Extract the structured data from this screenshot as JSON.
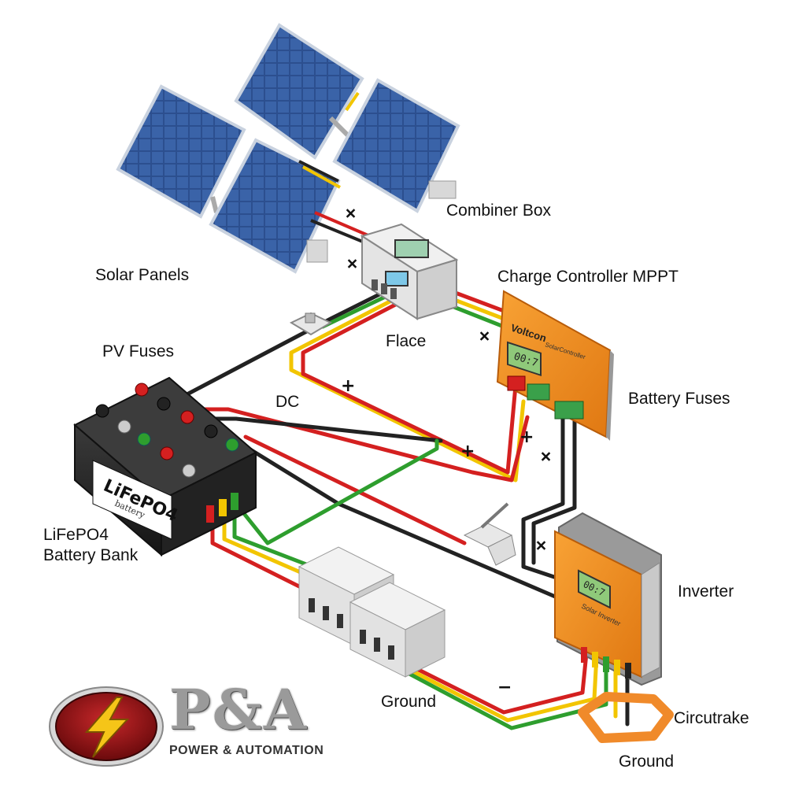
{
  "labels": {
    "combiner_box": "Combiner Box",
    "solar_panels": "Solar Panels",
    "charge_controller": "Charge Controller MPPT",
    "pv_fuses": "PV Fuses",
    "flace": "Flace",
    "dc": "DC",
    "battery_fuses": "Battery Fuses",
    "battery_bank": "LiFePO4\nBattery Bank",
    "inverter": "Inverter",
    "ground_mid": "Ground",
    "circutrake": "Circutrake",
    "ground_right": "Ground"
  },
  "battery": {
    "label": "LiFePO4",
    "sublabel": "battery"
  },
  "controller": {
    "brand": "Voltcon",
    "display": "00:7",
    "model": "SolarController"
  },
  "inverter": {
    "display": "00:7",
    "model": "Solar Inverter"
  },
  "signs": {
    "plus": "+",
    "minus": "−"
  },
  "logo": {
    "main": "P&A",
    "sub": "POWER & AUTOMATION"
  },
  "colors": {
    "wire_red": "#d42020",
    "wire_black": "#222222",
    "wire_yellow": "#f2c500",
    "wire_green": "#2e9e2e",
    "device_orange": "#f28c1e",
    "panel_blue": "#2c4f8f",
    "ground_ring": "#f08a2a"
  }
}
